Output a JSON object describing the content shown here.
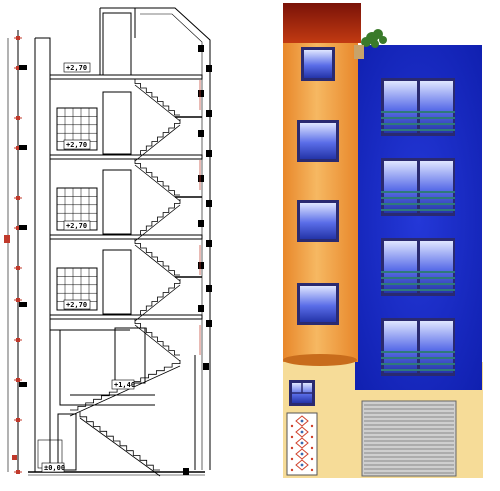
{
  "section": {
    "level_labels": [
      "+2,70",
      "+2,70",
      "+2,70",
      "+2,70",
      "+1,40",
      "±0,00"
    ]
  },
  "palette": {
    "line": "#000000",
    "dim_red": "#c0392b",
    "parapet_dark": "#7a1208",
    "parapet_light": "#c23a12",
    "tower_orange": "#e8872a",
    "tower_light": "#f6b862",
    "wing_blue": "#1020b0",
    "window_frame": "#2a2a70",
    "window_glass": "#5a6de8",
    "ground_sand": "#f6dc98",
    "plant_green": "#3a7a2a",
    "railing_teal": "#2f7a7a",
    "shutter_grey": "#cfcfcf"
  }
}
